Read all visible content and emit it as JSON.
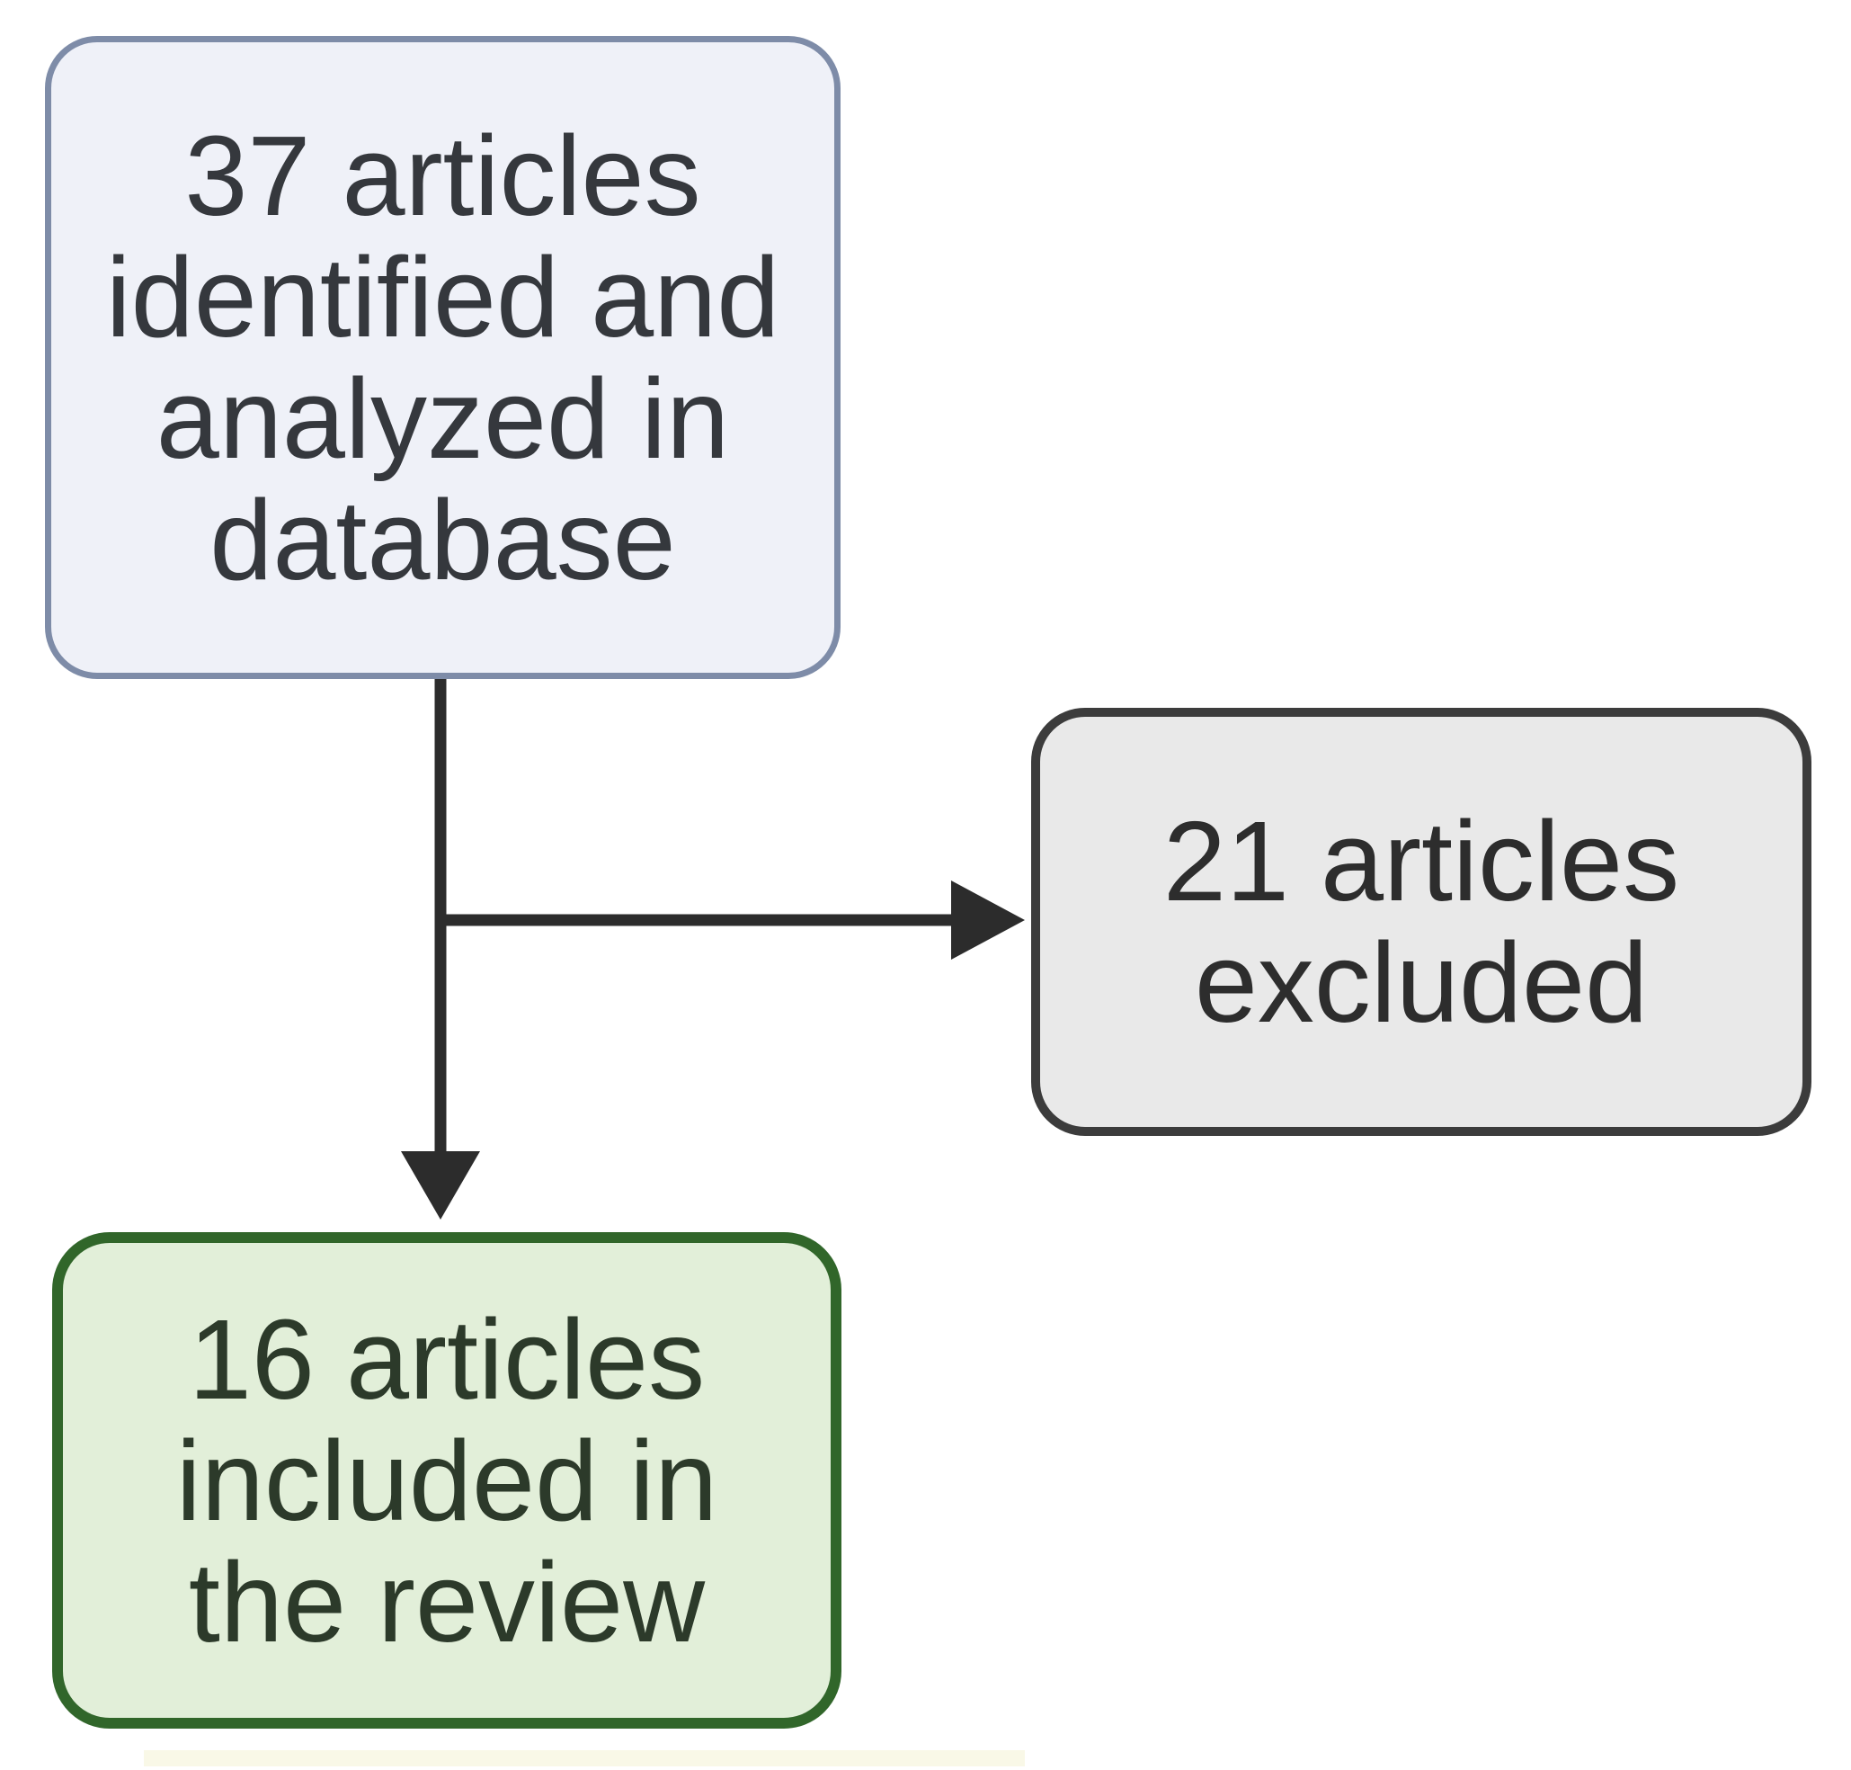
{
  "figure": {
    "type": "flowchart",
    "background": "#ffffff",
    "connector_color": "#2c2c2c",
    "nodes": [
      {
        "id": "identified",
        "lines": [
          "37 articles",
          "identified and",
          "analyzed in",
          "database"
        ],
        "fill": "#eff1f8",
        "border_color": "#7e8ca8",
        "text_color": "#35383d"
      },
      {
        "id": "excluded",
        "lines": [
          "21 articles",
          "excluded"
        ],
        "fill": "#e9e9e9",
        "border_color": "#3c3c3c",
        "text_color": "#2d2d2d"
      },
      {
        "id": "included",
        "lines": [
          "16 articles",
          "included in",
          "the review"
        ],
        "fill": "#e2efd9",
        "border_color": "#31662a",
        "text_color": "#2c3a2a"
      }
    ]
  }
}
